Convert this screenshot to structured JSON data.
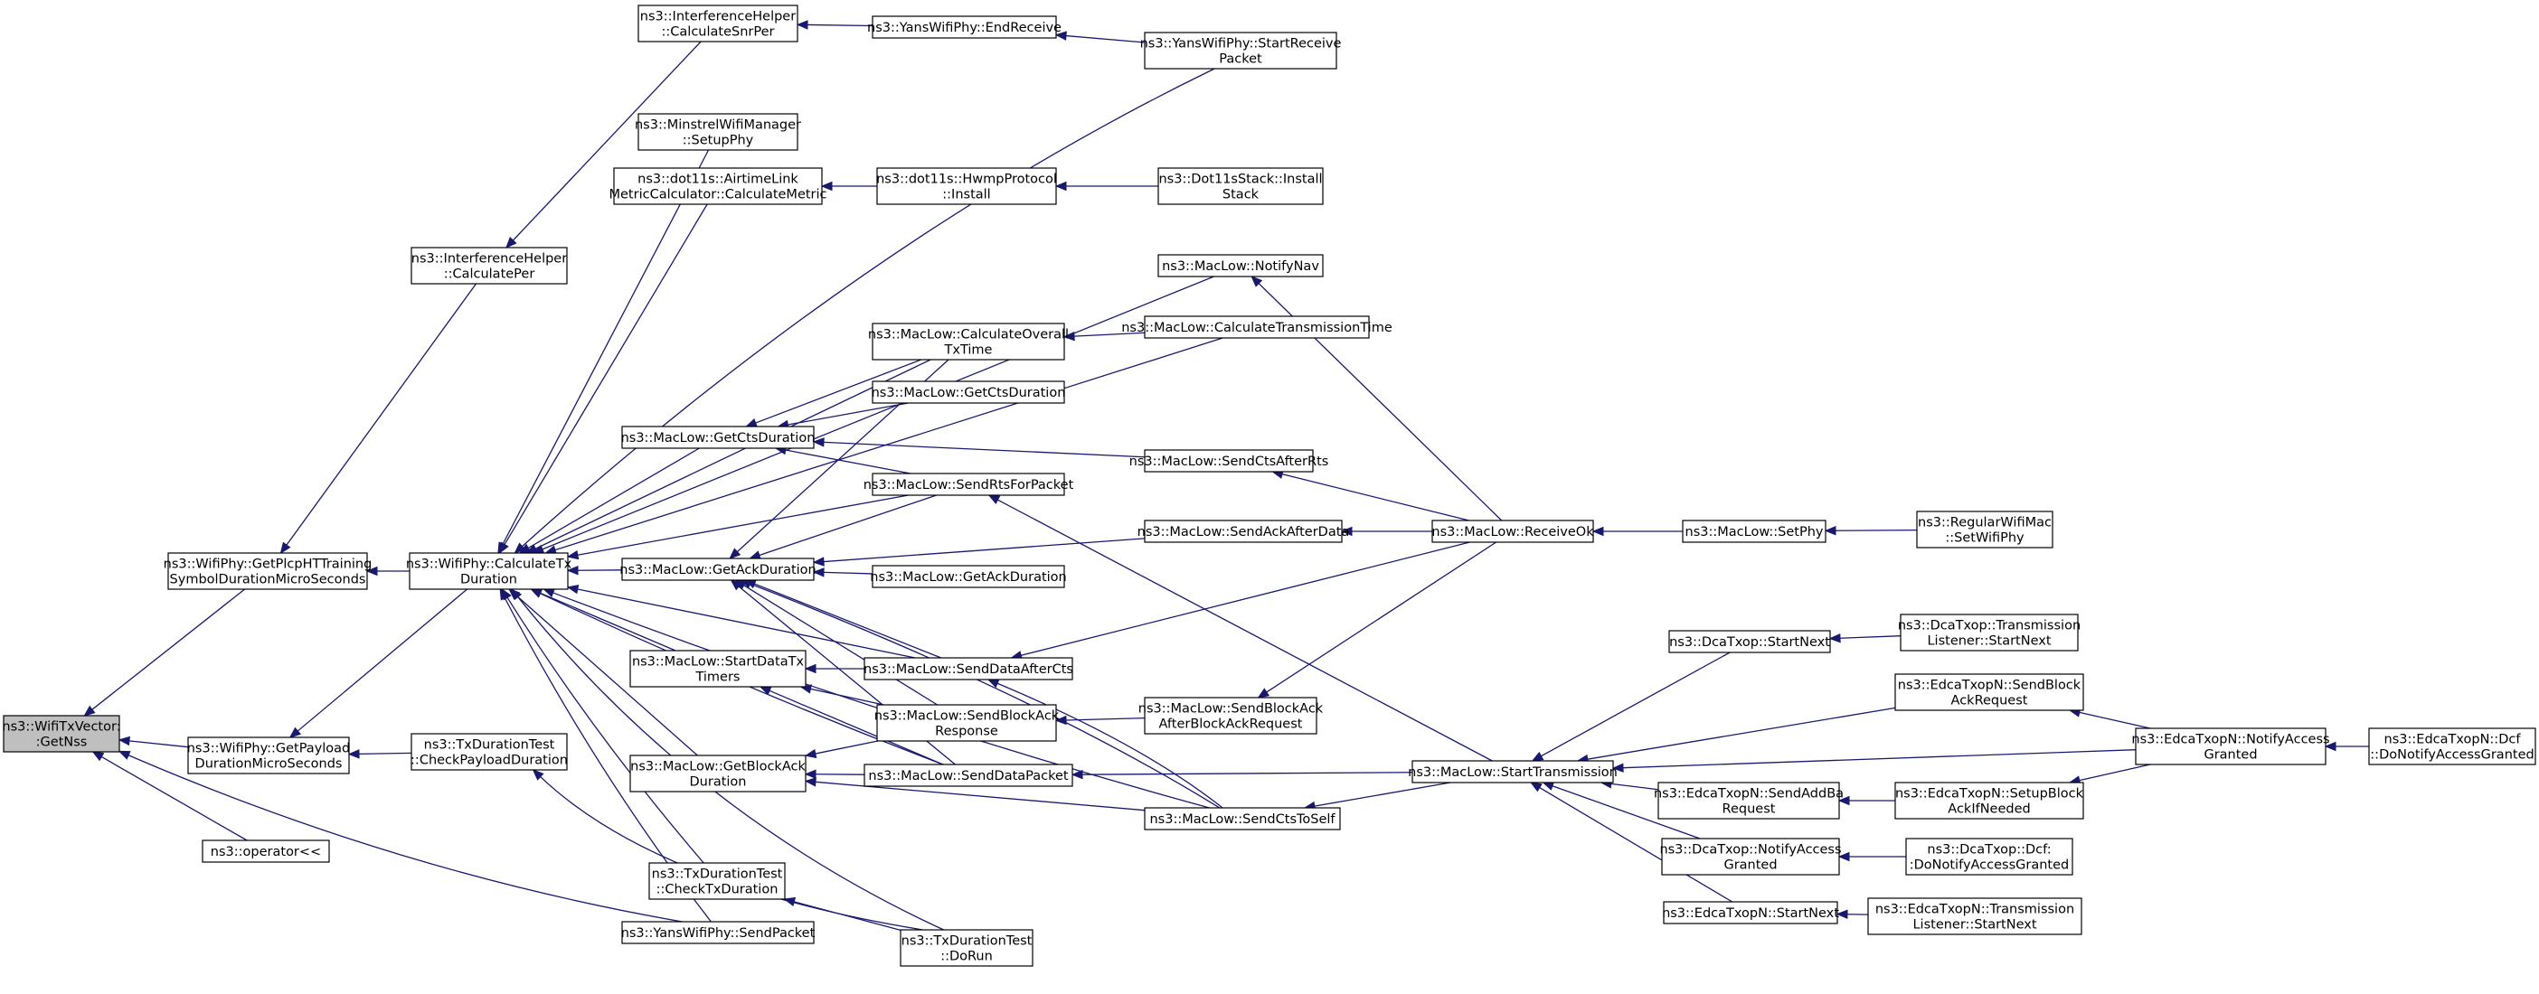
{
  "diagram": {
    "type": "doxygen-caller-graph",
    "root": "n0",
    "colors": {
      "edge": "#191970",
      "node_border": "#000000",
      "root_fill": "#bfbfbf",
      "node_fill": "#ffffff"
    },
    "nodes": [
      {
        "id": "n0",
        "lines": [
          "ns3::WifiTxVector:",
          ":GetNss"
        ]
      },
      {
        "id": "n1",
        "lines": [
          "ns3::WifiPhy::GetPlcpHTTraining",
          "SymbolDurationMicroSeconds"
        ]
      },
      {
        "id": "n2",
        "lines": [
          "ns3::WifiPhy::GetPayload",
          "DurationMicroSeconds"
        ]
      },
      {
        "id": "n3",
        "lines": [
          "ns3::operator<<"
        ]
      },
      {
        "id": "n4",
        "lines": [
          "ns3::InterferenceHelper",
          "::CalculatePer"
        ]
      },
      {
        "id": "n5",
        "lines": [
          "ns3::WifiPhy::CalculateTx",
          "Duration"
        ]
      },
      {
        "id": "n6",
        "lines": [
          "ns3::TxDurationTest",
          "::CheckPayloadDuration"
        ]
      },
      {
        "id": "n7",
        "lines": [
          "ns3::InterferenceHelper",
          "::CalculateSnrPer"
        ]
      },
      {
        "id": "n8",
        "lines": [
          "ns3::YansWifiPhy::EndReceive"
        ]
      },
      {
        "id": "n9",
        "lines": [
          "ns3::YansWifiPhy::StartReceive",
          "Packet"
        ]
      },
      {
        "id": "n10",
        "lines": [
          "ns3::MinstrelWifiManager",
          "::SetupPhy"
        ]
      },
      {
        "id": "n11",
        "lines": [
          "ns3::dot11s::AirtimeLink",
          "MetricCalculator::CalculateMetric"
        ]
      },
      {
        "id": "n12",
        "lines": [
          "ns3::dot11s::HwmpProtocol",
          "::Install"
        ]
      },
      {
        "id": "n13",
        "lines": [
          "ns3::Dot11sStack::Install",
          "Stack"
        ]
      },
      {
        "id": "n14",
        "lines": [
          "ns3::MacLow::NotifyNav"
        ]
      },
      {
        "id": "n15",
        "lines": [
          "ns3::MacLow::CalculateOverall",
          "TxTime"
        ]
      },
      {
        "id": "n16",
        "lines": [
          "ns3::MacLow::CalculateTransmissionTime"
        ]
      },
      {
        "id": "n17",
        "lines": [
          "ns3::MacLow::GetCtsDuration"
        ]
      },
      {
        "id": "n18",
        "lines": [
          "ns3::MacLow::GetCtsDuration"
        ]
      },
      {
        "id": "n19",
        "lines": [
          "ns3::MacLow::SendCtsAfterRts"
        ]
      },
      {
        "id": "n20",
        "lines": [
          "ns3::MacLow::SendRtsForPacket"
        ]
      },
      {
        "id": "n21",
        "lines": [
          "ns3::MacLow::GetAckDuration"
        ]
      },
      {
        "id": "n22",
        "lines": [
          "ns3::MacLow::SendAckAfterData"
        ]
      },
      {
        "id": "n23",
        "lines": [
          "ns3::MacLow::ReceiveOk"
        ]
      },
      {
        "id": "n24",
        "lines": [
          "ns3::MacLow::SetPhy"
        ]
      },
      {
        "id": "n25",
        "lines": [
          "ns3::RegularWifiMac",
          "::SetWifiPhy"
        ]
      },
      {
        "id": "n26",
        "lines": [
          "ns3::MacLow::GetAckDuration"
        ]
      },
      {
        "id": "n27",
        "lines": [
          "ns3::MacLow::StartDataTx",
          "Timers"
        ]
      },
      {
        "id": "n28",
        "lines": [
          "ns3::MacLow::SendDataAfterCts"
        ]
      },
      {
        "id": "n29",
        "lines": [
          "ns3::MacLow::SendBlockAck",
          "Response"
        ]
      },
      {
        "id": "n30",
        "lines": [
          "ns3::MacLow::SendBlockAck",
          "AfterBlockAckRequest"
        ]
      },
      {
        "id": "n31",
        "lines": [
          "ns3::MacLow::GetBlockAck",
          "Duration"
        ]
      },
      {
        "id": "n32",
        "lines": [
          "ns3::MacLow::SendDataPacket"
        ]
      },
      {
        "id": "n33",
        "lines": [
          "ns3::MacLow::StartTransmission"
        ]
      },
      {
        "id": "n34",
        "lines": [
          "ns3::MacLow::SendCtsToSelf"
        ]
      },
      {
        "id": "n35",
        "lines": [
          "ns3::TxDurationTest",
          "::CheckTxDuration"
        ]
      },
      {
        "id": "n36",
        "lines": [
          "ns3::YansWifiPhy::SendPacket"
        ]
      },
      {
        "id": "n37",
        "lines": [
          "ns3::TxDurationTest",
          "::DoRun"
        ]
      },
      {
        "id": "n38",
        "lines": [
          "ns3::DcaTxop::StartNext"
        ]
      },
      {
        "id": "n39",
        "lines": [
          "ns3::DcaTxop::Transmission",
          "Listener::StartNext"
        ]
      },
      {
        "id": "n40",
        "lines": [
          "ns3::EdcaTxopN::SendBlock",
          "AckRequest"
        ]
      },
      {
        "id": "n41",
        "lines": [
          "ns3::EdcaTxopN::NotifyAccess",
          "Granted"
        ]
      },
      {
        "id": "n42",
        "lines": [
          "ns3::EdcaTxopN::Dcf",
          "::DoNotifyAccessGranted"
        ]
      },
      {
        "id": "n43",
        "lines": [
          "ns3::EdcaTxopN::SendAddBa",
          "Request"
        ]
      },
      {
        "id": "n44",
        "lines": [
          "ns3::EdcaTxopN::SetupBlock",
          "AckIfNeeded"
        ]
      },
      {
        "id": "n45",
        "lines": [
          "ns3::DcaTxop::NotifyAccess",
          "Granted"
        ]
      },
      {
        "id": "n46",
        "lines": [
          "ns3::DcaTxop::Dcf:",
          ":DoNotifyAccessGranted"
        ]
      },
      {
        "id": "n47",
        "lines": [
          "ns3::EdcaTxopN::StartNext"
        ]
      },
      {
        "id": "n48",
        "lines": [
          "ns3::EdcaTxopN::Transmission",
          "Listener::StartNext"
        ]
      }
    ],
    "edges": [
      [
        "n1",
        "n0"
      ],
      [
        "n2",
        "n0"
      ],
      [
        "n3",
        "n0"
      ],
      [
        "n36",
        "n0"
      ],
      [
        "n4",
        "n1"
      ],
      [
        "n5",
        "n1"
      ],
      [
        "n5",
        "n2"
      ],
      [
        "n6",
        "n2"
      ],
      [
        "n7",
        "n4"
      ],
      [
        "n8",
        "n7"
      ],
      [
        "n9",
        "n8"
      ],
      [
        "n9",
        "n5"
      ],
      [
        "n10",
        "n5"
      ],
      [
        "n11",
        "n5"
      ],
      [
        "n14",
        "n5"
      ],
      [
        "n15",
        "n5"
      ],
      [
        "n16",
        "n5"
      ],
      [
        "n17",
        "n5"
      ],
      [
        "n20",
        "n5"
      ],
      [
        "n21",
        "n5"
      ],
      [
        "n27",
        "n5"
      ],
      [
        "n28",
        "n5"
      ],
      [
        "n31",
        "n5"
      ],
      [
        "n32",
        "n5"
      ],
      [
        "n34",
        "n5"
      ],
      [
        "n35",
        "n5"
      ],
      [
        "n36",
        "n5"
      ],
      [
        "n37",
        "n5"
      ],
      [
        "n37",
        "n6"
      ],
      [
        "n12",
        "n11"
      ],
      [
        "n13",
        "n12"
      ],
      [
        "n23",
        "n14"
      ],
      [
        "n16",
        "n15"
      ],
      [
        "n15",
        "n17"
      ],
      [
        "n18",
        "n17"
      ],
      [
        "n19",
        "n17"
      ],
      [
        "n20",
        "n17"
      ],
      [
        "n23",
        "n19"
      ],
      [
        "n33",
        "n20"
      ],
      [
        "n15",
        "n21"
      ],
      [
        "n20",
        "n21"
      ],
      [
        "n22",
        "n21"
      ],
      [
        "n26",
        "n21"
      ],
      [
        "n28",
        "n21"
      ],
      [
        "n29",
        "n21"
      ],
      [
        "n32",
        "n21"
      ],
      [
        "n34",
        "n21"
      ],
      [
        "n23",
        "n22"
      ],
      [
        "n24",
        "n23"
      ],
      [
        "n25",
        "n24"
      ],
      [
        "n28",
        "n27"
      ],
      [
        "n29",
        "n27"
      ],
      [
        "n32",
        "n27"
      ],
      [
        "n23",
        "n28"
      ],
      [
        "n34",
        "n28"
      ],
      [
        "n30",
        "n29"
      ],
      [
        "n23",
        "n30"
      ],
      [
        "n29",
        "n31"
      ],
      [
        "n32",
        "n31"
      ],
      [
        "n34",
        "n31"
      ],
      [
        "n33",
        "n32"
      ],
      [
        "n33",
        "n34"
      ],
      [
        "n37",
        "n35"
      ],
      [
        "n38",
        "n33"
      ],
      [
        "n40",
        "n33"
      ],
      [
        "n41",
        "n33"
      ],
      [
        "n43",
        "n33"
      ],
      [
        "n45",
        "n33"
      ],
      [
        "n47",
        "n33"
      ],
      [
        "n39",
        "n38"
      ],
      [
        "n41",
        "n40"
      ],
      [
        "n42",
        "n41"
      ],
      [
        "n44",
        "n43"
      ],
      [
        "n41",
        "n44"
      ],
      [
        "n46",
        "n45"
      ],
      [
        "n48",
        "n47"
      ]
    ]
  }
}
